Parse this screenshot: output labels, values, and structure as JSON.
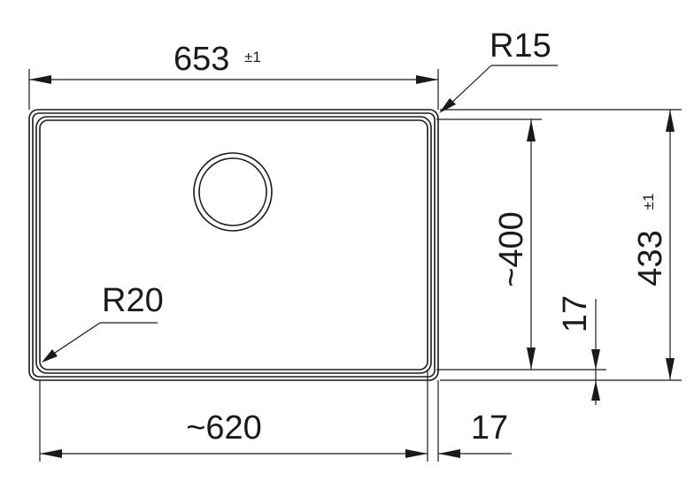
{
  "labels": {
    "overall_width": "653",
    "overall_width_tol": "±1",
    "inner_width": "~620",
    "rim_bottom": "17",
    "rim_right": "17",
    "outer_radius": "R15",
    "inner_radius": "R20",
    "inner_depth": "~400",
    "overall_depth": "433",
    "overall_depth_tol": "±1"
  },
  "colors": {
    "line": "#1a1a1a",
    "background": "#ffffff"
  }
}
